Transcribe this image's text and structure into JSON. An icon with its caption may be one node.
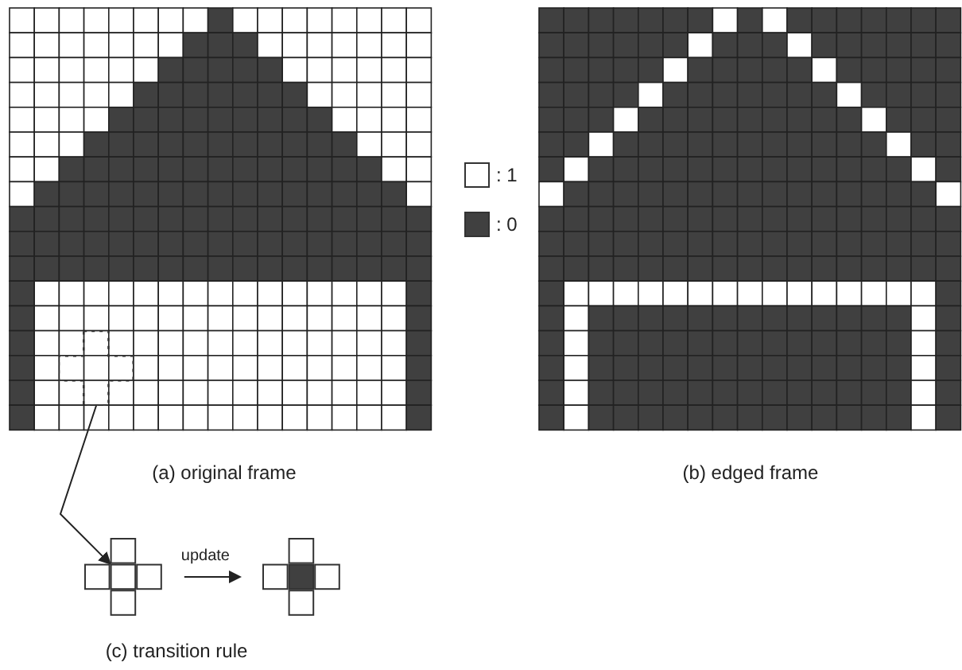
{
  "diagram": {
    "nodes": [
      {
        "text": [],
        "shape": "cross"
      },
      {
        "text": [],
        "shape": "cross"
      },
      {
        "text": [],
        "shape": "cross"
      }
    ],
    "edges": [
      {
        "from": 0,
        "to": 1,
        "arrow": "to"
      },
      {
        "from": 1,
        "to": 2,
        "arrow": "to",
        "label": "update"
      }
    ],
    "labels": [
      "(a) original frame",
      "(b) edged frame",
      "(c) transition rule"
    ],
    "legend": [
      {
        "text": ": 1",
        "color": "#ffffff"
      },
      {
        "text": ": 0",
        "color": "#404040"
      }
    ]
  }
}
